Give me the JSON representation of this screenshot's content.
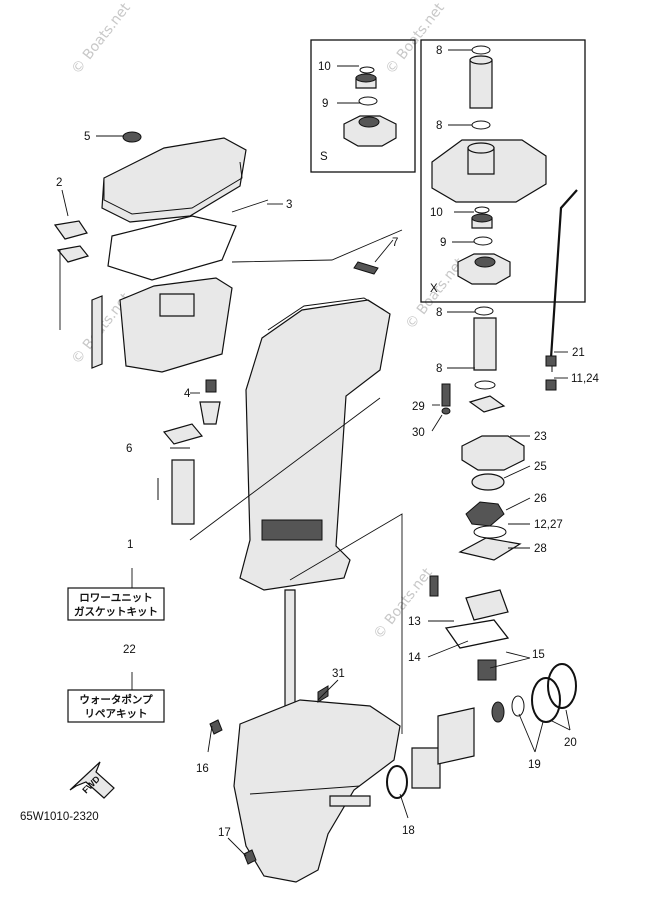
{
  "watermarks": [
    "© Boats.net",
    "© Boats.net",
    "© Boats.net",
    "© Boats.net",
    "© Boats.net"
  ],
  "callouts": {
    "p1": "1",
    "p2": "2",
    "p3": "3",
    "p4": "4",
    "p5": "5",
    "p6": "6",
    "p7": "7",
    "p8a": "8",
    "p8b": "8",
    "p8c": "8",
    "p8d": "8",
    "p9a": "9",
    "p9b": "9",
    "p10a": "10",
    "p10b": "10",
    "p11_24": "11,24",
    "p12_27": "12,27",
    "p13": "13",
    "p14": "14",
    "p15": "15",
    "p16": "16",
    "p17": "17",
    "p18": "18",
    "p19": "19",
    "p20": "20",
    "p21": "21",
    "p22": "22",
    "p23": "23",
    "p25": "25",
    "p26": "26",
    "p28": "28",
    "p29": "29",
    "p30": "30",
    "p31": "31"
  },
  "inset_letters": {
    "s": "S",
    "x": "X"
  },
  "kits": {
    "gasket_line1": "ロワーユニット",
    "gasket_line2": "ガスケットキット",
    "pump_line1": "ウォータポンプ",
    "pump_line2": "リペアキット"
  },
  "fwd_label": "FWD",
  "diagram_code": "65W1010-2320"
}
